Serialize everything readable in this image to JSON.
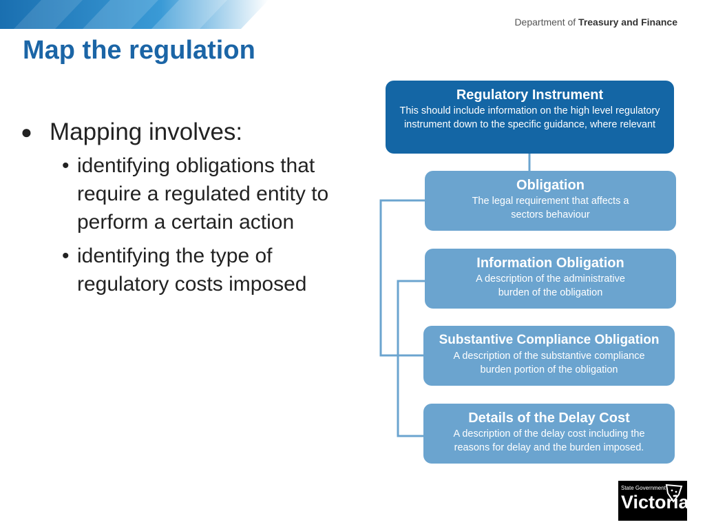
{
  "header": {
    "department_prefix": "Department of",
    "department_name": "Treasury and Finance",
    "title": "Map the regulation"
  },
  "bullets": {
    "main": "Mapping involves:",
    "sub": [
      "identifying obligations that require a regulated entity to perform a certain action",
      "identifying the type of regulatory costs imposed"
    ]
  },
  "diagram": {
    "boxes": [
      {
        "title": "Regulatory Instrument",
        "desc": "This should include information on the high level regulatory instrument down to the specific guidance, where relevant"
      },
      {
        "title": "Obligation",
        "desc": "The legal requirement that affects a sectors behaviour"
      },
      {
        "title": "Information Obligation",
        "desc": "A description of the administrative burden of the obligation"
      },
      {
        "title": "Substantive Compliance Obligation",
        "desc": "A description of the substantive compliance burden portion of the obligation"
      },
      {
        "title": "Details of the Delay Cost",
        "desc": "A description of the delay cost including the reasons for delay and the burden imposed."
      }
    ]
  },
  "logo": {
    "line1": "State Government",
    "line2": "Victoria"
  },
  "colors": {
    "title_blue": "#1b65a6",
    "box_dark": "#1466a5",
    "box_light": "#6ba4cf",
    "connector": "#6ba4cf"
  }
}
